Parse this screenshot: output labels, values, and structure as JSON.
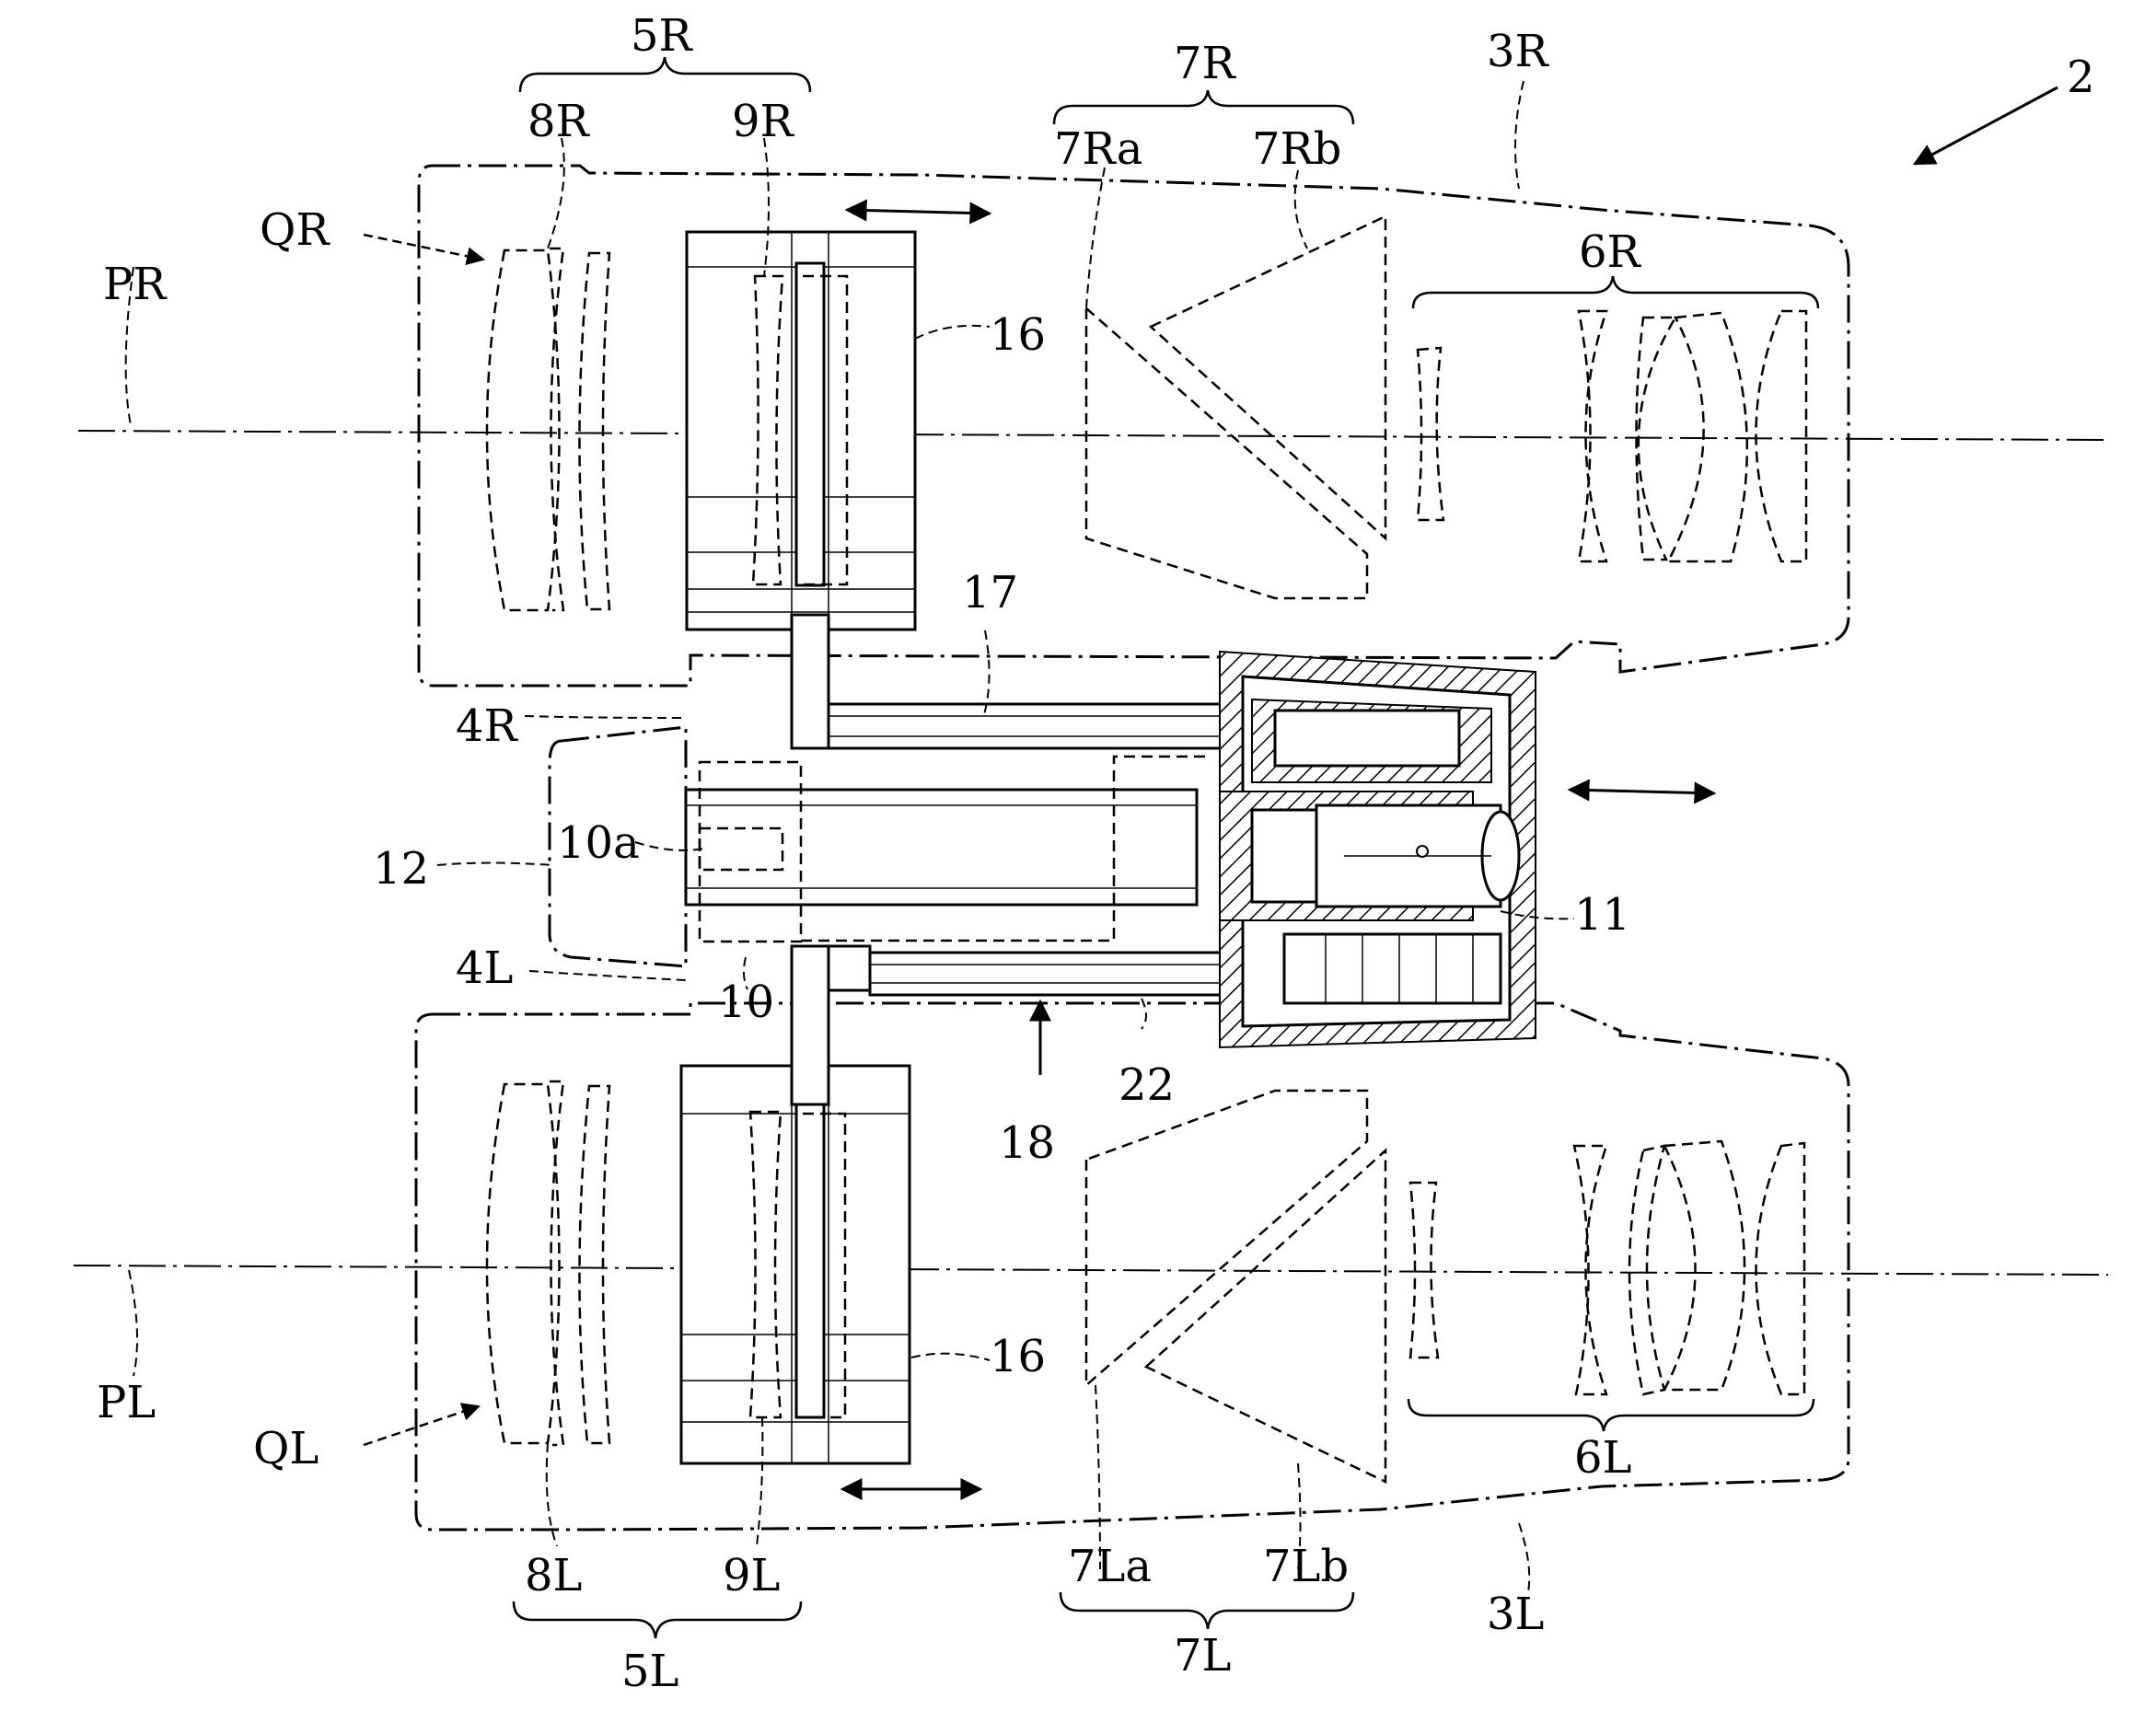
{
  "labels": {
    "fig_ref": "2",
    "r_objective_group": "5R",
    "r_front_lens": "8R",
    "r_focus_lens": "9R",
    "r_prism": "7R",
    "r_prism_a": "7Ra",
    "r_prism_b": "7Rb",
    "r_body": "3R",
    "r_eyepiece": "6R",
    "r_incident": "QR",
    "r_axis": "PR",
    "frame": "16",
    "shaft_upper": "17",
    "r_tube_end": "4R",
    "hinge_tube": "10a",
    "hinge_cap": "12",
    "hinge": "10",
    "l_tube_end": "4L",
    "focus_unit": "11",
    "shaft_lower": "22",
    "drive": "18",
    "l_axis": "PL",
    "l_incident": "QL",
    "frame_lower": "16",
    "l_eyepiece": "6L",
    "l_front_lens": "8L",
    "l_focus_lens": "9L",
    "l_prism_a": "7La",
    "l_prism_b": "7Lb",
    "l_body": "3L",
    "l_objective_group": "5L",
    "l_prism": "7L"
  }
}
